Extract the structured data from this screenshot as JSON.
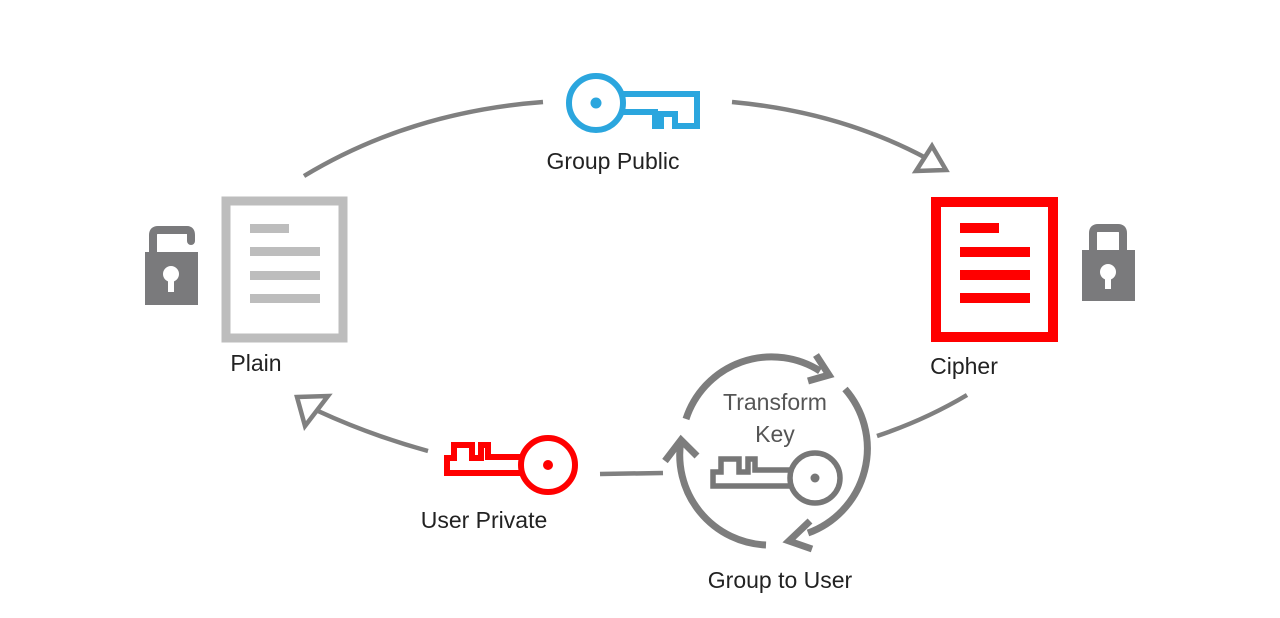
{
  "title": "Proxy re-encryption key flow",
  "colors": {
    "arrow": "#808080",
    "lock": "#7a7a7c",
    "plain_doc": "#bdbdbd",
    "cipher_doc": "#ff0000",
    "public_key": "#2ba6de",
    "private_key": "#ff0000",
    "transform_key": "#777777",
    "text": "#222222"
  },
  "nodes": {
    "plain": {
      "label": "Plain",
      "icon": "document-icon",
      "lock": "unlocked-padlock-icon"
    },
    "cipher": {
      "label": "Cipher",
      "icon": "document-icon",
      "lock": "locked-padlock-icon"
    }
  },
  "keys": {
    "group_public": {
      "label": "Group Public",
      "icon": "key-icon"
    },
    "user_private": {
      "label": "User Private",
      "icon": "key-icon"
    },
    "transform": {
      "title_line1": "Transform",
      "title_line2": "Key",
      "label": "Group to User",
      "icon": "cycle-arrows-icon"
    }
  },
  "edges": [
    {
      "from": "Plain",
      "to": "Cipher",
      "via": "Group Public"
    },
    {
      "from": "Cipher",
      "to": "Plain",
      "via": "Group to User → User Private"
    }
  ]
}
